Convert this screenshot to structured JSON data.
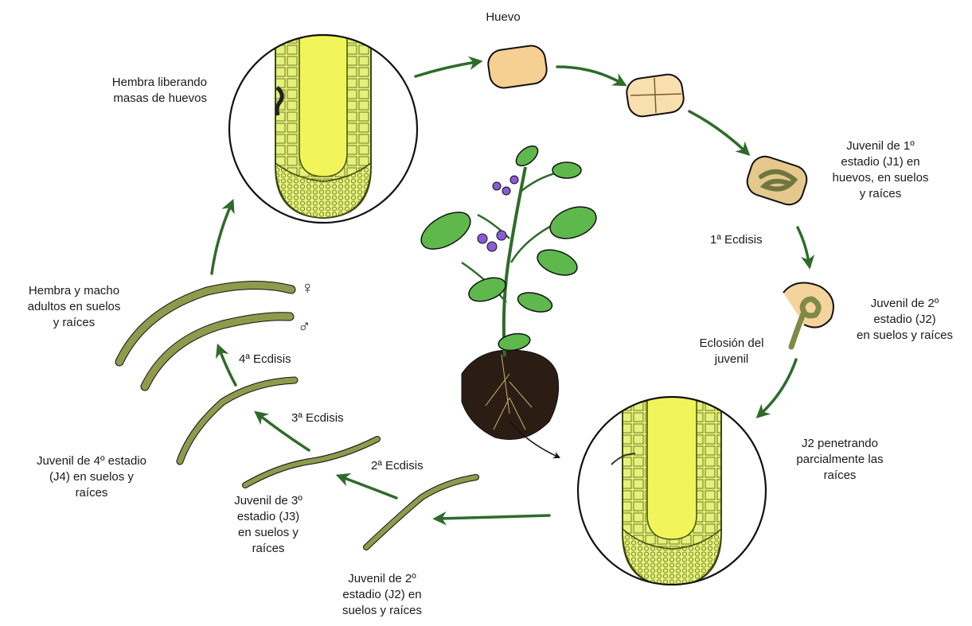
{
  "labels": {
    "huevo": "Huevo",
    "hembra_liberando": "Hembra liberando\nmasas de huevos",
    "juvenil_1": "Juvenil de 1º\nestadio (J1) en\nhuevos, en suelos\ny raíces",
    "ecdisis_1": "1ª Ecdisis",
    "juvenil_2_egg": "Juvenil de 2º\nestadio (J2)\nen suelos y raíces",
    "eclosion": "Eclosión del\njuvenil",
    "j2_penetrando": "J2  penetrando\nparcialmente las\nraíces",
    "juvenil_2_bottom": "Juvenil de 2º\nestadio (J2) en\nsuelos y raíces",
    "ecdisis_2": "2ª Ecdisis",
    "juvenil_3": "Juvenil de 3º\nestadio (J3)\nen suelos y\nraíces",
    "ecdisis_3": "3ª Ecdisis",
    "juvenil_4": "Juvenil de 4º estadio\n(J4) en suelos y\nraíces",
    "ecdisis_4": "4ª Ecdisis",
    "adultos": "Hembra y macho\nadultos en suelos\ny raíces",
    "female_symbol": "♀",
    "male_symbol": "♂"
  },
  "colors": {
    "arrow": "#2e6b2a",
    "worm": "#8f9a4c",
    "root": "#e3f07a",
    "egg": "#f6cf92",
    "leaf": "#5fb84c",
    "flower": "#8a5ad6",
    "soil": "#2c1d14"
  }
}
